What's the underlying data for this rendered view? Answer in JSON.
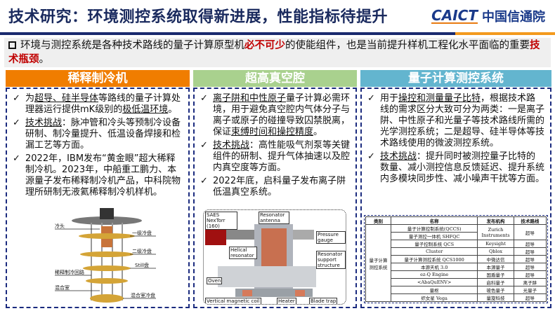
{
  "header": {
    "title": "技术研究：环境测控系统取得新进展，性能指标待提升",
    "logo_en": "CAICT",
    "logo_cn": "中国信通院"
  },
  "intro": {
    "text_1": "环境与测控系统是各种技术路线的量子计算原型机",
    "em_1": "必不可少",
    "text_2": "的使能组件，也是当前提升样机工程化水平面临的重要",
    "em_2": "技术瓶颈",
    "text_3": "。"
  },
  "colors": {
    "orange": "#f07d00",
    "green": "#a9d18e",
    "blue": "#63b5cf",
    "navy": "#1a2a7e",
    "red": "#c00000"
  },
  "columns": [
    {
      "title": "稀释制冷机",
      "items": [
        {
          "pre": "为",
          "u1": "超导、硅半导体",
          "mid": "等路线的量子计算处理器运行提供mK级别的",
          "u2": "极低温环境",
          "post": "。"
        },
        {
          "u1": "技术挑战",
          "post": "：脉冲管和冷头等预制冷设备研制、制冷量提升、低温设备焊接和检漏工艺等方面。"
        },
        {
          "post": "2022年，IBM发布“黄金眼”超大稀释制冷机。2023年，中船重工鹏力、本源量子发布稀释制冷机产品，中科院物理所研制无液氦稀释制冷机样机。"
        }
      ],
      "figure_labels": [
        "冷头",
        "一级冷盘",
        "二级冷盘",
        "Still盘",
        "稀释制冷回路",
        "混合室",
        "混合室冷盘"
      ]
    },
    {
      "title": "超高真空腔",
      "items": [
        {
          "u1": "离子阱和中性原子",
          "mid": "量子计算必需环境，用于避免真空腔内气体分子与离子或原子的碰撞导致囚禁脱离，保证",
          "u2": "束缚时间和操控精度",
          "post": "。"
        },
        {
          "u1": "技术挑战",
          "post": "：高性能吸气剂泵等关键组件的研制、提升气体抽速以及腔内真空度等方面。"
        },
        {
          "post": "2022年底，启科量子发布离子阱低温真空系统。"
        }
      ],
      "figure_labels": [
        "SAES NexTorr (160)",
        "Resonator antenna",
        "Helical resonator",
        "Pressure gauge",
        "Resonator support structure",
        "Oven",
        "Vertical magnetic coil",
        "Heater",
        "Blade trap"
      ]
    },
    {
      "title": "量子计算测控系统",
      "items": [
        {
          "pre": "用于",
          "u1": "操控和测量量子比特",
          "post": "，根据技术路线的需求区分大致可分为两类：一是离子阱、中性原子和光量子等技术路线所需的光学测控系统；二是超导、硅半导体等技术路线使用的微波测控系统。"
        },
        {
          "u1": "技术挑战",
          "post": "：提升同时被测控量子比特的数量、减小测控信息反馈延迟、提升系统内多模块同步性、减小噪声干扰等方面。"
        }
      ],
      "table": {
        "headers": [
          "类别",
          "名称",
          "发布机构",
          "技术路线"
        ],
        "category": "量子计算测控系统",
        "rows": [
          [
            "量子计算控制系统(QCCS)",
            "Zurich Instruments",
            "超导"
          ],
          [
            "量子测控一体机 SHFQC",
            "",
            ""
          ],
          [
            "量子控制系统 QCS",
            "Keysight",
            "超导"
          ],
          [
            "Cluster",
            "Qblox",
            "超导"
          ],
          [
            "量子计算测控系统 QCS1000",
            "中微达信",
            "超导"
          ],
          [
            "本源天机 3.0",
            "本源量子",
            "超导"
          ],
          [
            "ez-Q Engine",
            "国盾量子",
            "超导"
          ],
          [
            "<AbaQuENV>",
            "启科量子",
            "离子阱"
          ],
          [
            "量枢",
            "玻色量子",
            "光量子"
          ],
          [
            "织女星 Vega",
            "量旋科技",
            "超导"
          ]
        ]
      }
    }
  ]
}
